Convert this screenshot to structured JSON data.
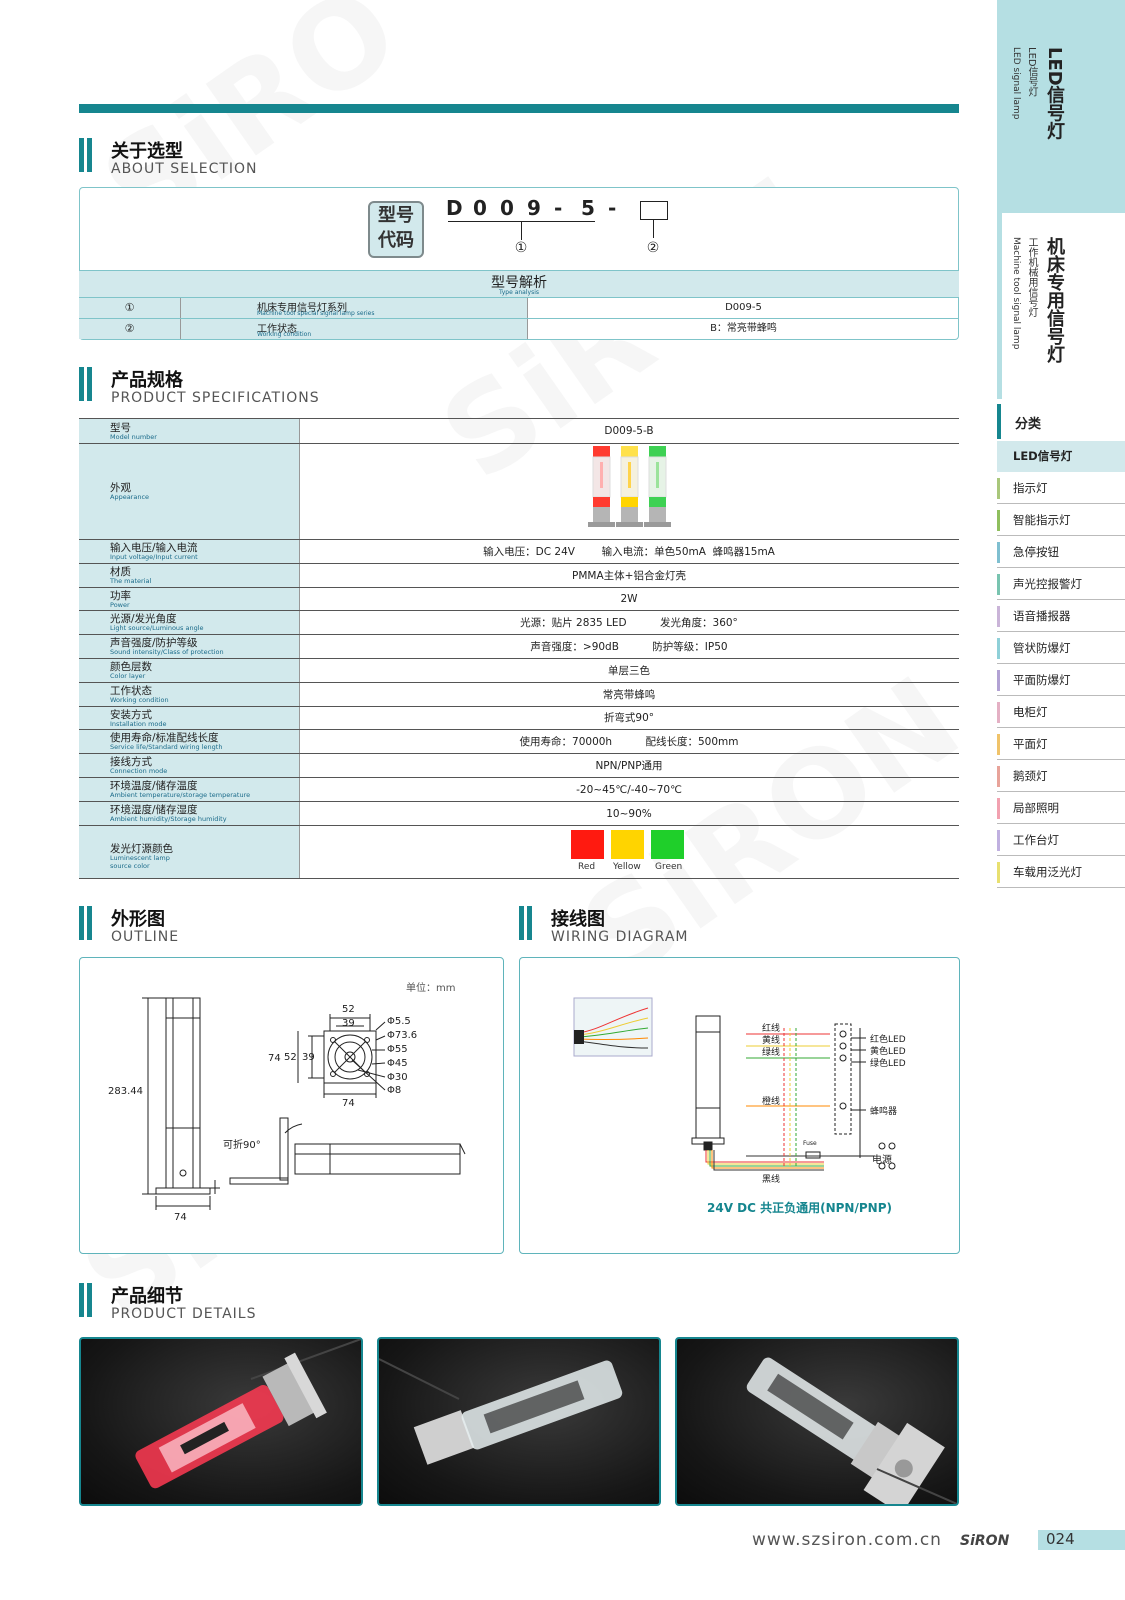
{
  "selection": {
    "title_cn": "关于选型",
    "title_en": "ABOUT SELECTION",
    "code_badge": [
      "型号",
      "代码"
    ],
    "code_chars": [
      "D",
      "0",
      "0",
      "9",
      "-",
      "5",
      "-"
    ],
    "markers": [
      "①",
      "②"
    ],
    "analysis_cn": "型号解析",
    "analysis_en": "Type analysis",
    "rows": [
      {
        "num": "①",
        "label_cn": "机床专用信号灯系列",
        "label_en": "Machine tool special signal lamp series",
        "value": "D009-5"
      },
      {
        "num": "②",
        "label_cn": "工作状态",
        "label_en": "Working condition",
        "value": "B：常亮带蜂鸣"
      }
    ]
  },
  "specs": {
    "title_cn": "产品规格",
    "title_en": "PRODUCT SPECIFICATIONS",
    "rows": [
      {
        "label_cn": "型号",
        "label_en": "Model number",
        "value": "D009-5-B"
      },
      {
        "label_cn": "外观",
        "label_en": "Appearance",
        "value": ""
      },
      {
        "label_cn": "输入电压/输入电流",
        "label_en": "Input voltage/Input current",
        "value": "输入电压：DC 24V        输入电流：单色50mA  蜂鸣器15mA"
      },
      {
        "label_cn": "材质",
        "label_en": "The material",
        "value": "PMMA主体+铝合金灯壳"
      },
      {
        "label_cn": "功率",
        "label_en": "Power",
        "value": "2W"
      },
      {
        "label_cn": "光源/发光角度",
        "label_en": "Light source/Luminous angle",
        "value": "光源：贴片 2835 LED          发光角度：360°"
      },
      {
        "label_cn": "声音强度/防护等级",
        "label_en": "Sound intensity/Class of protection",
        "value": "声音强度：>90dB          防护等级：IP50"
      },
      {
        "label_cn": "颜色层数",
        "label_en": "Color layer",
        "value": "单层三色"
      },
      {
        "label_cn": "工作状态",
        "label_en": "Working condition",
        "value": "常亮带蜂鸣"
      },
      {
        "label_cn": "安装方式",
        "label_en": "Installation mode",
        "value": "折弯式90°"
      },
      {
        "label_cn": "使用寿命/标准配线长度",
        "label_en": "Service life/Standard wiring length",
        "value": "使用寿命：70000h          配线长度：500mm"
      },
      {
        "label_cn": "接线方式",
        "label_en": "Connection mode",
        "value": "NPN/PNP通用"
      },
      {
        "label_cn": "环境温度/储存温度",
        "label_en": "Ambient temperature/storage temperature",
        "value": "-20~45℃/-40~70℃"
      },
      {
        "label_cn": "环境湿度/储存湿度",
        "label_en": "Ambient humidity/Storage humidity",
        "value": "10~90%"
      },
      {
        "label_cn": "发光灯源颜色",
        "label_en": "Luminescent lamp source color",
        "value": ""
      }
    ],
    "colors": [
      {
        "name": "Red",
        "hex": "#ff1a10"
      },
      {
        "name": "Yellow",
        "hex": "#ffd400"
      },
      {
        "name": "Green",
        "hex": "#1fcf2a"
      }
    ]
  },
  "outline": {
    "title_cn": "外形图",
    "title_en": "OUTLINE",
    "unit": "单位：mm",
    "dims": {
      "height": "283.44",
      "width": "74",
      "fold": "可折90°",
      "d52": "52",
      "d39": "39",
      "d74a": "74",
      "d52b": "52",
      "d39b": "39",
      "d74b": "74",
      "phi55": "Φ5.5",
      "phi736": "Φ73.6",
      "phi55b": "Φ55",
      "phi45": "Φ45",
      "phi30": "Φ30",
      "phi8": "Φ8"
    }
  },
  "wiring": {
    "title_cn": "接线图",
    "title_en": "WIRING DIAGRAM",
    "wires": [
      "红线",
      "黄线",
      "绿线",
      "橙线",
      "黑线"
    ],
    "loads": [
      "红色LED",
      "黄色LED",
      "绿色LED",
      "蜂鸣器"
    ],
    "power": "电源",
    "fuse": "Fuse",
    "caption": "24V DC 共正负通用(NPN/PNP)"
  },
  "details": {
    "title_cn": "产品细节",
    "title_en": "PRODUCT DETAILS"
  },
  "sidebar": {
    "top_cn": "LED信号灯",
    "top_sub_cn": "LED信号灯",
    "top_sub_en": "LED signal lamp",
    "second_cn": "机床专用信号灯",
    "second_sub_cn": "工作机械用信号灯",
    "second_sub_en": "Machine tool signal lamp",
    "category": "分类",
    "items": [
      {
        "label": "LED信号灯",
        "color": "#16868f",
        "active": true
      },
      {
        "label": "指示灯",
        "color": "#a9c77b"
      },
      {
        "label": "智能指示灯",
        "color": "#8fbf5e"
      },
      {
        "label": "急停按钮",
        "color": "#7fbfd0"
      },
      {
        "label": "声光控报警灯",
        "color": "#79c4b0"
      },
      {
        "label": "语音播报器",
        "color": "#cab4d8"
      },
      {
        "label": "管状防爆灯",
        "color": "#8fd0d8"
      },
      {
        "label": "平面防爆灯",
        "color": "#b2a2d4"
      },
      {
        "label": "电柜灯",
        "color": "#e4b0c4"
      },
      {
        "label": "平面灯",
        "color": "#f0c36a"
      },
      {
        "label": "鹅颈灯",
        "color": "#e8a39a"
      },
      {
        "label": "局部照明",
        "color": "#f2a1b0"
      },
      {
        "label": "工作台灯",
        "color": "#c0b0e0"
      },
      {
        "label": "车载用泛光灯",
        "color": "#e8e070"
      }
    ]
  },
  "footer": {
    "url": "www.szsiron.com.cn",
    "logo": "SiRON",
    "page": "024"
  }
}
